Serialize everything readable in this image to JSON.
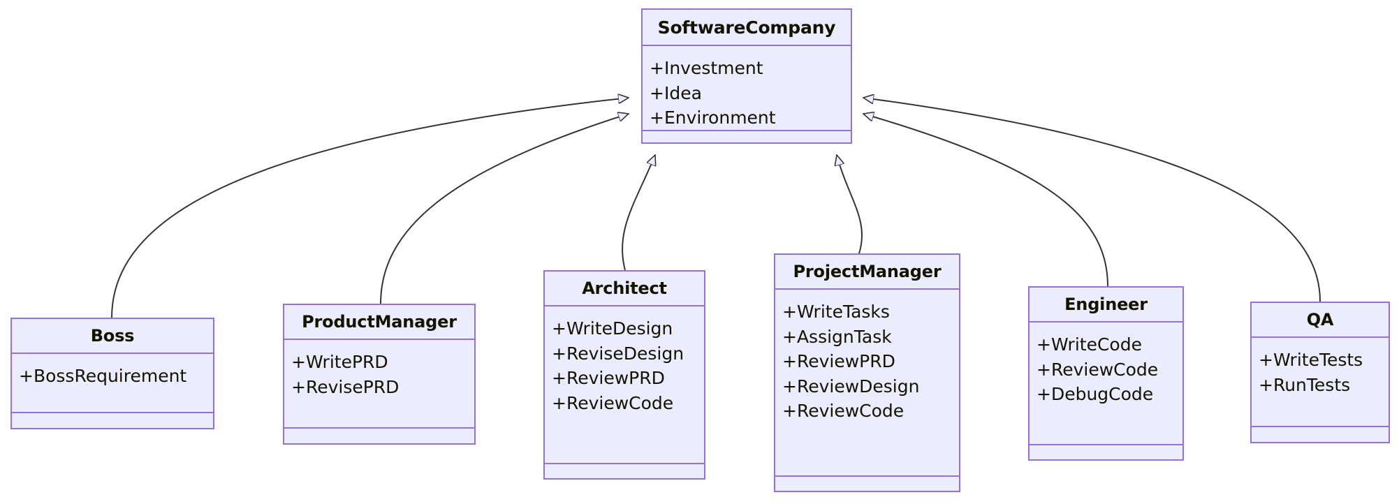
{
  "diagram": {
    "type": "uml-class-diagram",
    "title": "SoftwareCompany roles class hierarchy",
    "background_color": "#ffffff",
    "node_fill_color": "#ECECFF",
    "node_border_color": "#9370DB",
    "text_color": "#131300",
    "edge_color": "#333333",
    "relationship_type": "generalization"
  },
  "classes": {
    "software_company": {
      "name": "SoftwareCompany",
      "attributes": [
        "+Investment",
        "+Idea",
        "+Environment"
      ],
      "methods": []
    },
    "boss": {
      "name": "Boss",
      "attributes": [
        "+BossRequirement"
      ],
      "methods": []
    },
    "product_manager": {
      "name": "ProductManager",
      "attributes": [
        "+WritePRD",
        "+RevisePRD"
      ],
      "methods": []
    },
    "architect": {
      "name": "Architect",
      "attributes": [
        "+WriteDesign",
        "+ReviseDesign",
        "+ReviewPRD",
        "+ReviewCode"
      ],
      "methods": []
    },
    "project_manager": {
      "name": "ProjectManager",
      "attributes": [
        "+WriteTasks",
        "+AssignTask",
        "+ReviewPRD",
        "+ReviewDesign",
        "+ReviewCode"
      ],
      "methods": []
    },
    "engineer": {
      "name": "Engineer",
      "attributes": [
        "+WriteCode",
        "+ReviewCode",
        "+DebugCode"
      ],
      "methods": []
    },
    "qa": {
      "name": "QA",
      "attributes": [
        "+WriteTests",
        "+RunTests"
      ],
      "methods": []
    }
  },
  "relationships": [
    {
      "from": "Boss",
      "to": "SoftwareCompany",
      "type": "generalization"
    },
    {
      "from": "ProductManager",
      "to": "SoftwareCompany",
      "type": "generalization"
    },
    {
      "from": "Architect",
      "to": "SoftwareCompany",
      "type": "generalization"
    },
    {
      "from": "ProjectManager",
      "to": "SoftwareCompany",
      "type": "generalization"
    },
    {
      "from": "Engineer",
      "to": "SoftwareCompany",
      "type": "generalization"
    },
    {
      "from": "QA",
      "to": "SoftwareCompany",
      "type": "generalization"
    }
  ]
}
